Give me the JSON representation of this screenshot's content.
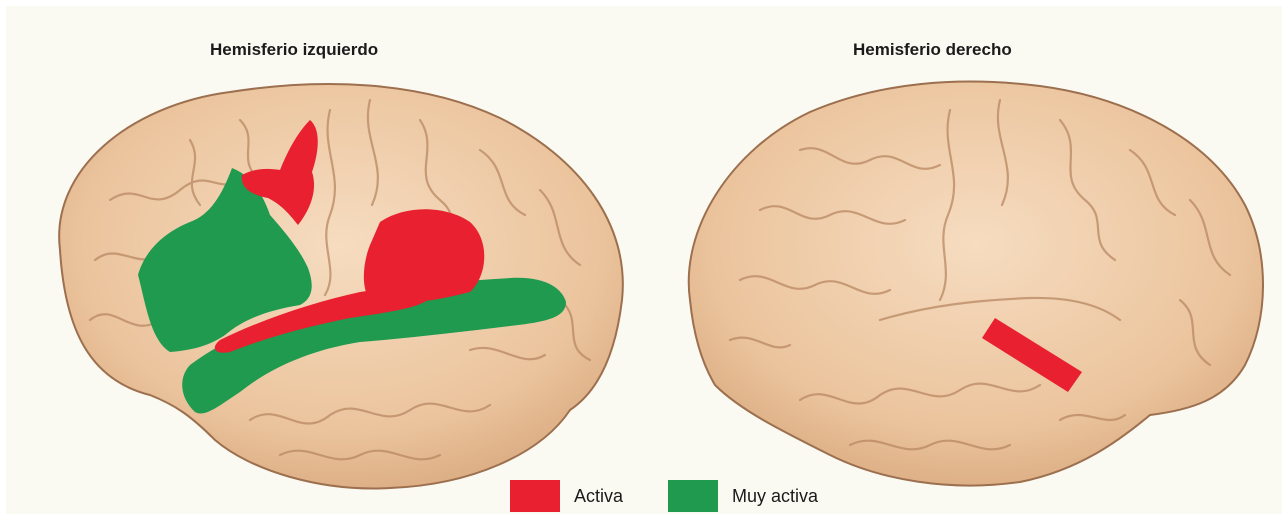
{
  "titles": {
    "left": "Hemisferio izquierdo",
    "right": "Hemisferio derecho"
  },
  "legend": [
    {
      "label": "Activa",
      "color": "#e8202f"
    },
    {
      "label": "Muy activa",
      "color": "#1f9a4f"
    }
  ],
  "colors": {
    "background": "#fbfaf2",
    "brain_fill": "#eccaa5",
    "brain_outline": "#9c6f4e",
    "activa": "#e8202f",
    "muy_activa": "#1f9a4f"
  }
}
